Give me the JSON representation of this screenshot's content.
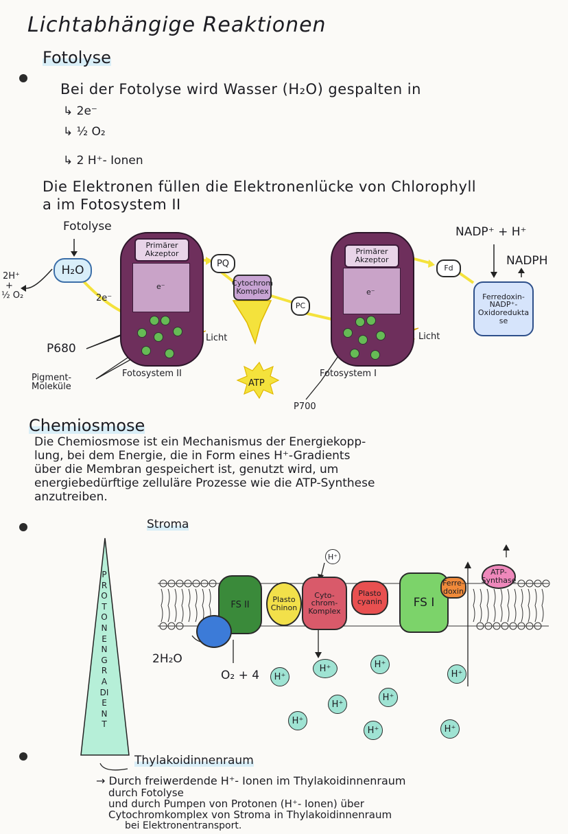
{
  "page_title": "Lichtabhängige Reaktionen",
  "section1": {
    "heading": "Fotolyse",
    "intro": "Bei der Fotolyse wird Wasser (H₂O) gespalten in",
    "products": [
      "2e⁻",
      "½ O₂",
      "2 H⁺- Ionen"
    ],
    "electron_sentence_line1": "Die Elektronen füllen die Elektronenlücke von Chlorophyll",
    "electron_sentence_line2": "a im Fotosystem II"
  },
  "diagram1": {
    "fotolyse_label": "Fotolyse",
    "water": "H₂O",
    "left_products": [
      "2H⁺",
      "+",
      "½ O₂"
    ],
    "electron_label": "2e⁻",
    "ps2": {
      "acceptor": "Primärer Akzeptor",
      "label": "Fotosystem II",
      "reaction_center": "P680",
      "pigments": "Pigment-Moleküle",
      "light": "Licht"
    },
    "pq": "PQ",
    "cytochrome": "Cytochrom Komplex",
    "pc": "PC",
    "atp": "ATP",
    "ps1": {
      "acceptor": "Primärer Akzeptor",
      "label": "Fotosystem I",
      "reaction_center": "P700",
      "light": "Licht"
    },
    "electron_small": "e⁻",
    "fd": "Fd",
    "nadp_in": "NADP⁺ + H⁺",
    "nadph": "NADPH",
    "reductase": "Ferredoxin-NADP⁺-Oxidoreduktase"
  },
  "section2": {
    "heading": "Chemiosmose",
    "lines": [
      "Die Chemiosmose ist ein Mechanismus der Energiekopp-",
      "lung, bei dem Energie, die in Form eines H⁺-Gradients",
      "über die Membran gespeichert ist, genutzt wird, um",
      "energiebedürftige zelluläre Prozesse wie die ATP-Synthese",
      "anzutreiben."
    ]
  },
  "diagram2": {
    "stroma": "Stroma",
    "gradient": "PROTONENGRADIENT",
    "ps2": "FS II",
    "plastochinon": "Plasto Chinon",
    "cytochrome": "Cyto- chrom- Komplex",
    "plastocyanin": "Plasto cyanin",
    "ps1": "FS I",
    "ferredoxin": "Ferre- doxin",
    "atp_synthase": "ATP- Synthase",
    "water": "2H₂O",
    "oxygen": "O₂ + 4",
    "h_ion": "H⁺",
    "thylakoid": "Thylakoidinnenraum",
    "summary_lines": [
      "→ Durch freiwerdende H⁺- Ionen im Thylakoidinnenraum",
      "durch Fotolyse",
      "und durch Pumpen von Protonen (H⁺- Ionen) über",
      "Cytochromkomplex von Stroma in Thylakoidinnenraum",
      "bei Elektronentransport."
    ]
  },
  "colors": {
    "photosystem": "#6e2f5c",
    "photosystem_inner": "#c9a3c8",
    "yellow": "#f4e23c",
    "green_dot": "#66bb55",
    "h_ion": "#9fe3d3",
    "gradient": "#b6efd8",
    "membrane_fs2": "#3a8a3a",
    "membrane_ps1": "#7cd36a",
    "membrane_cyto": "#d95a6a",
    "membrane_plastocyanin": "#e85050",
    "membrane_plastochinon": "#f2e04a",
    "blue_complex": "#3c7bd8",
    "ferredoxin": "#f08a3a",
    "atp_synthase": "#ee88bb"
  }
}
